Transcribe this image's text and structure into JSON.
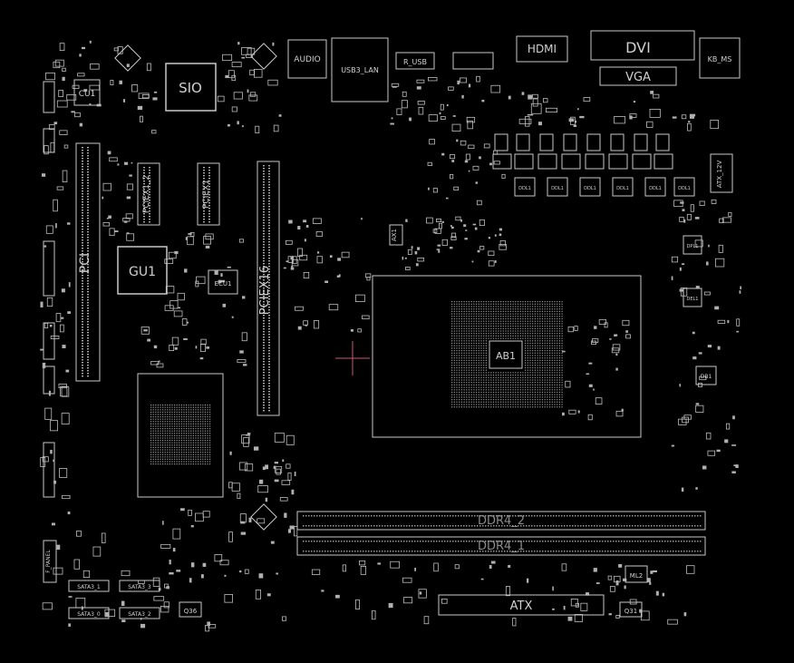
{
  "labels": {
    "audio": "AUDIO",
    "usb_lan": "USB3_LAN",
    "r_usb": "R_USB",
    "hdmi": "HDMI",
    "dvi": "DVI",
    "vga": "VGA",
    "kb_ms": "KB_MS",
    "sio": "SIO",
    "cu1": "CU1",
    "gu1": "GU1",
    "pci": "PCI",
    "pciex2": "PCIEX1_2",
    "pciex1": "PCIEX1",
    "pciex16": "PCIEX16",
    "ecu1": "ECU1",
    "atx12v": "ATX_12V",
    "ax1": "AX1",
    "cpu": "AB1",
    "ddr2": "DDR4_2",
    "ddr1": "DDR4_1",
    "atx": "ATX",
    "sata1": "SATA3_1",
    "sata3": "SATA3_3",
    "sata0": "SATA3_0",
    "sata2": "SATA3_2",
    "q36": "Q36",
    "q31": "Q31",
    "ml2": "ML2",
    "db1": "DB1",
    "dpl1": "DPL1",
    "del1": "DEL1",
    "ddl": "DDL1",
    "f_panel": "F_PANEL"
  },
  "colors": {
    "background": "#000000",
    "outline": "#c8c8c8",
    "dim": "#8a8a8a",
    "text": "#d0d0d0",
    "crosshair": "#c0606a"
  }
}
